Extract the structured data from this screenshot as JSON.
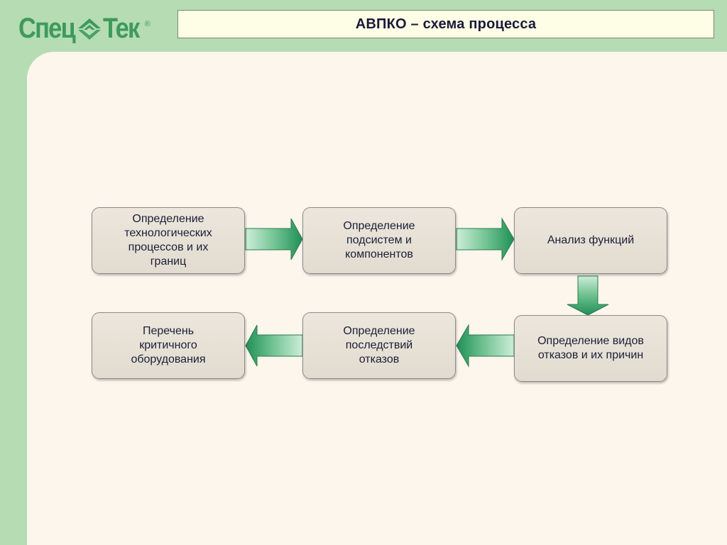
{
  "header": {
    "logo_left": "Спец",
    "logo_right": "Тек",
    "logo_reg": "®",
    "title": "АВПКО – схема процесса"
  },
  "diagram": {
    "steps": [
      "Определение\nтехнологических\nпроцессов и их\nграниц",
      "Определение\nподсистем и\nкомпонентов",
      "Анализ функций",
      "Определение видов\nотказов и их причин",
      "Определение\nпоследствий\nотказов",
      "Перечень\nкритичного\nоборудования"
    ]
  },
  "colors": {
    "frame": "#b5dcb3",
    "canvas": "#fdf6ec",
    "title_fill": "#fefee6",
    "logo": "#3e9a5c",
    "node_fill": "#e6e0d6",
    "arrow_dark": "#1f8f55",
    "arrow_light": "#cdeed9"
  }
}
